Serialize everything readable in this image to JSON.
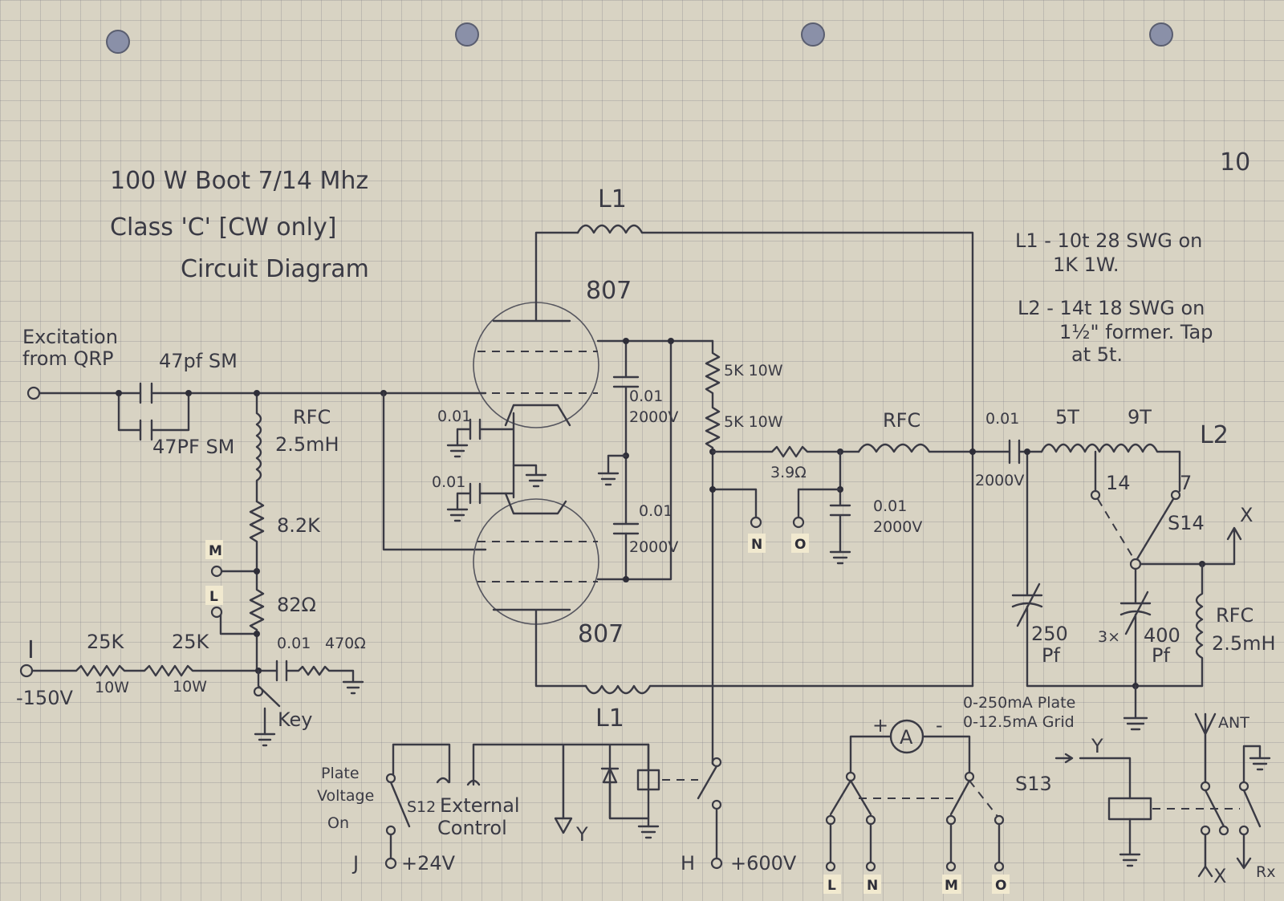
{
  "page": {
    "number": "10"
  },
  "title": {
    "line1": "100 W  Boot   7/14 Mhz",
    "line2": "Class 'C'  [CW only]",
    "line3": "Circuit  Diagram"
  },
  "notes": {
    "l1_a": "L1 - 10t  28 SWG on",
    "l1_b": "1K 1W.",
    "l2_a": "L2 - 14t  18 SWG on",
    "l2_b": "1½\" former. Tap",
    "l2_c": "at 5t."
  },
  "input": {
    "line1": "Excitation",
    "line2": "from QRP"
  },
  "components": {
    "c_47pf_top": "47pf SM",
    "c_47pf_bot": "47PF SM",
    "rfc_grid_a": "RFC",
    "rfc_grid_b": "2.5mH",
    "r_8k2": "8.2K",
    "r_82": "82Ω",
    "r_25k_a": "25K",
    "r_25k_b": "25K",
    "r_10w_a": "10W",
    "r_10w_b": "10W",
    "c_001_key": "0.01",
    "r_470": "470Ω",
    "tube_top": "807",
    "tube_bottom": "807",
    "l1_top": "L1",
    "l1_bottom": "L1",
    "c_001_a": "0.01",
    "c_001_b": "0.01",
    "c_001_2000v_a": "0.01",
    "c_2000v_a": "2000V",
    "c_001_2000v_b": "0.01",
    "c_2000v_b": "2000V",
    "r_5k_a": "5K 10W",
    "r_5k_b": "5K 10W",
    "r_39": "3.9Ω",
    "rfc_plate": "RFC",
    "c_001_out": "0.01",
    "c_out_v": "2000V",
    "c_bypass_a": "0.01",
    "c_bypass_b": "2000V",
    "l2_5t": "5T",
    "l2_9t": "9T",
    "l2": "L2",
    "tap_14": "14",
    "tap_7": "7",
    "s14": "S14",
    "c_250_a": "250",
    "c_250_b": "Pf",
    "c_400_a": "3×",
    "c_400_b": "400",
    "c_400_c": "Pf",
    "rfc_out_a": "RFC",
    "rfc_out_b": "2.5mH",
    "meter_a": "0-250mA Plate",
    "meter_b": "0-12.5mA Grid",
    "meter_symbol": "A",
    "meter_plus": "+",
    "meter_minus": "-",
    "s13": "S13",
    "s12": "S12",
    "plate_a": "Plate",
    "plate_b": "Voltage",
    "plate_c": "On",
    "ext_a": "External",
    "ext_b": "Control",
    "y_relay": "Y",
    "y_ground": "Y",
    "ant": "ANT",
    "rx": "Rx",
    "x_top": "X",
    "x_bottom": "X"
  },
  "terminals": {
    "i": "I",
    "i_v": "-150V",
    "key": "Key",
    "j": "J",
    "j_v": "+24V",
    "h": "H",
    "h_v": "+600V",
    "m_left": "M",
    "l_left": "L",
    "n_mid": "N",
    "o_mid": "O",
    "l_bottom": "L",
    "n_bottom": "N",
    "m_bottom": "M",
    "o_bottom": "O"
  }
}
